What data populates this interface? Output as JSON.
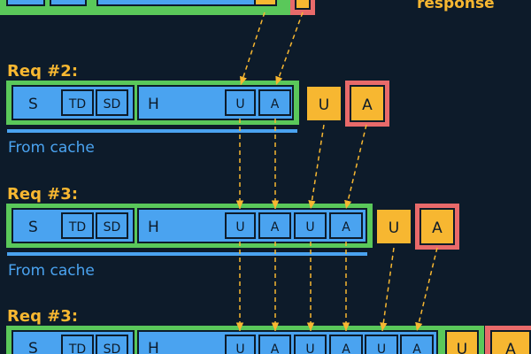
{
  "labels": {
    "response": "response",
    "req2": "Req #2:",
    "req3a": "Req #3:",
    "req3b": "Req #3:",
    "from_cache_1": "From cache",
    "from_cache_2": "From cache"
  },
  "blocks": {
    "system": "S",
    "tool_defs": "TD",
    "system_defs": "SD",
    "history": "H",
    "user": "U",
    "assistant": "A"
  },
  "colors": {
    "background": "#0d1b2a",
    "frame_green": "#5ac85a",
    "block_blue": "#4aa3f0",
    "user_orange": "#f7b731",
    "assistant_red": "#e86a6a",
    "arrow": "#f7b731",
    "label": "#f7b731",
    "cache_line": "#4aa3f0"
  }
}
